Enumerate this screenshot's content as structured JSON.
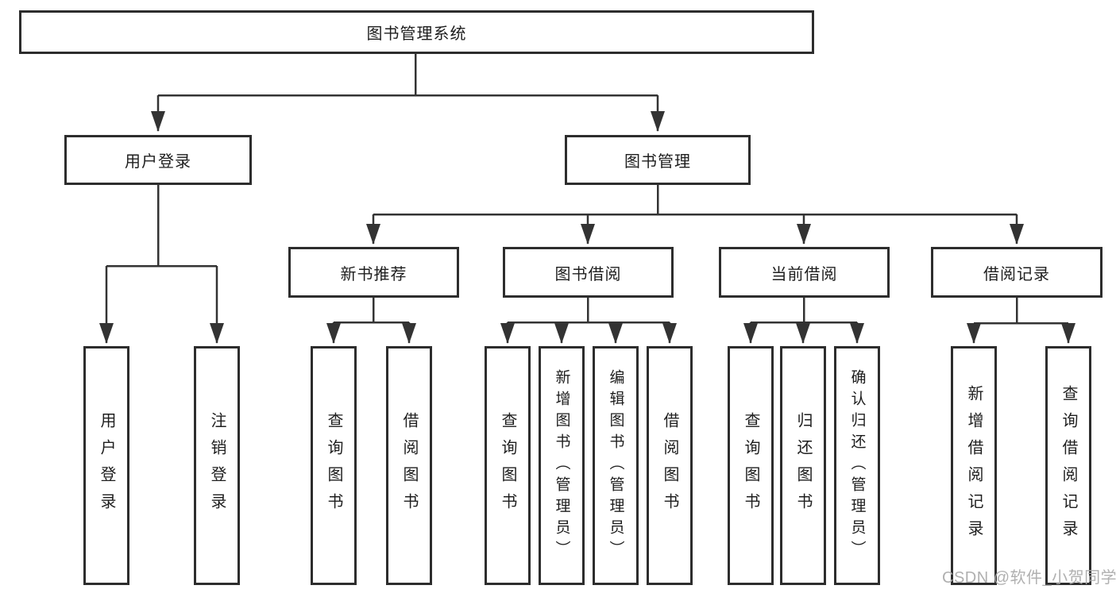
{
  "diagram": {
    "root_label": "图书管理系统",
    "login": {
      "label": "用户登录",
      "children": [
        "用户登录",
        "注销登录"
      ]
    },
    "management": {
      "label": "图书管理",
      "sections": [
        {
          "label": "新书推荐",
          "children": [
            "查询图书",
            "借阅图书"
          ]
        },
        {
          "label": "图书借阅",
          "children": [
            "查询图书",
            "新增图书（管理员）",
            "编辑图书（管理员）",
            "借阅图书"
          ]
        },
        {
          "label": "当前借阅",
          "children": [
            "查询图书",
            "归还图书",
            "确认归还（管理员）"
          ]
        },
        {
          "label": "借阅记录",
          "children": [
            "新增借阅记录",
            "查询借阅记录"
          ]
        }
      ]
    }
  },
  "watermark": "CSDN @软件_小贺同学",
  "colors": {
    "line": "#333333",
    "box_border": "#2d2d2d",
    "text": "#1e1e1e",
    "watermark": "#acacac",
    "background": "#ffffff"
  }
}
